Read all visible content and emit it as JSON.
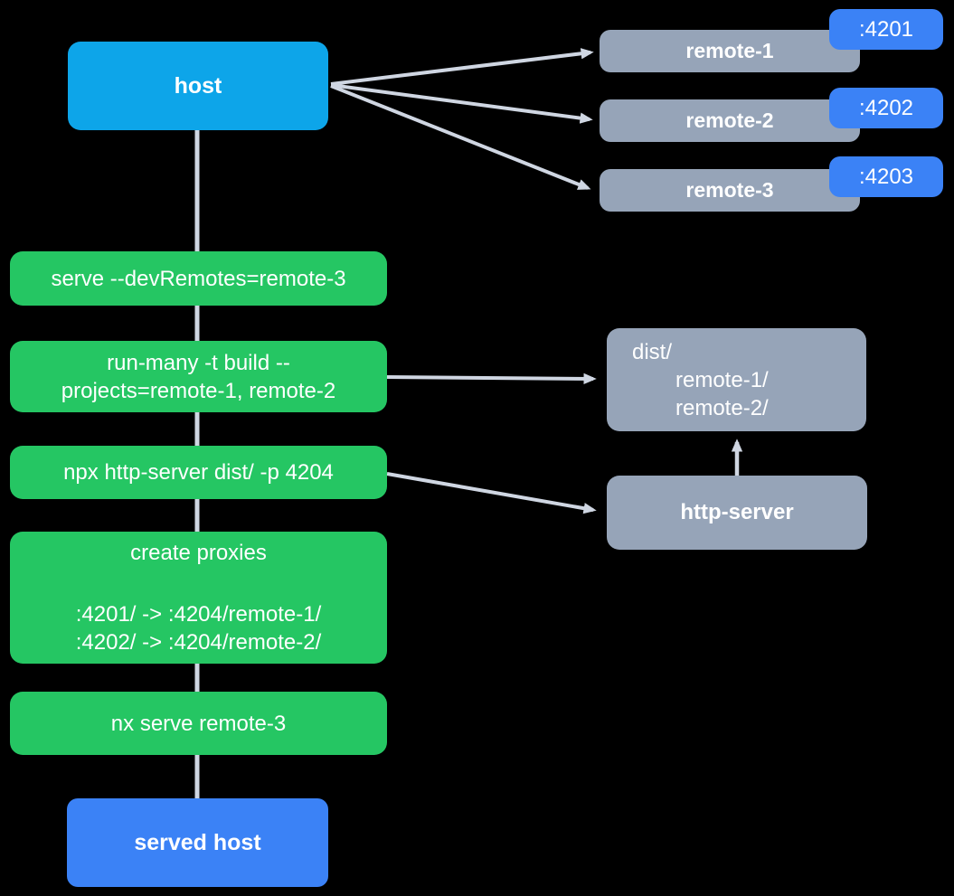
{
  "diagram": {
    "title_hint": "Nx module federation serve flow",
    "host": {
      "label": "host"
    },
    "remotes": [
      {
        "label": "remote-1",
        "port": ":4201"
      },
      {
        "label": "remote-2",
        "port": ":4202"
      },
      {
        "label": "remote-3",
        "port": ":4203"
      }
    ],
    "commands": {
      "serve": "serve --devRemotes=remote-3",
      "run_many_line1": "run-many -t build --",
      "run_many_line2": "projects=remote-1, remote-2",
      "http_server": "npx http-server dist/ -p 4204",
      "proxies_title": "create proxies",
      "proxy_rule_1": ":4201/ -> :4204/remote-1/",
      "proxy_rule_2": ":4202/ -> :4204/remote-2/",
      "nx_serve": "nx serve remote-3"
    },
    "dist_folder": {
      "line1": "dist/",
      "line2": "remote-1/",
      "line3": "remote-2/"
    },
    "http_server_node": {
      "label": "http-server"
    },
    "served_host": {
      "label": "served host"
    },
    "colors": {
      "host-color": "#0da5e9",
      "command-color": "#25c663",
      "remote-color": "#96a4b8",
      "port-color": "#3b82f6",
      "connector-color": "#cfd6e2",
      "bg-color": "#000000",
      "text-color": "#ffffff"
    }
  }
}
